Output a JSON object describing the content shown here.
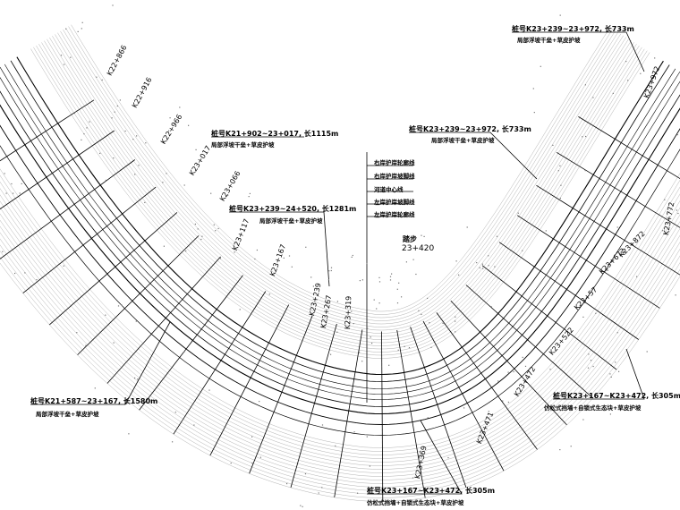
{
  "annotations": [
    {
      "id": "a1",
      "main": "桩号K21+902~23+017, 长1115m",
      "sub": "局部浮坡干垒+草皮护坡"
    },
    {
      "id": "a2",
      "main": "桩号K23+239~24+520, 长1281m",
      "sub": "局部浮坡干垒+草皮护坡"
    },
    {
      "id": "a3",
      "main": "桩号K23+239~23+972, 长733m",
      "sub": "局部浮坡干垒+草皮护坡"
    },
    {
      "id": "a4",
      "main": "桩号K23+239~23+972, 长733m",
      "sub": "局部浮坡干垒+草皮护坡"
    },
    {
      "id": "a5",
      "main": "桩号K21+587~23+167, 长1580m",
      "sub": "局部浮坡干垒+草皮护坡"
    },
    {
      "id": "a6",
      "main": "桩号K23+167~K23+472, 长305m",
      "sub": "仿松式挡墙+自锁式生态块+草皮护坡"
    },
    {
      "id": "a7",
      "main": "桩号K23+167~K23+472, 长305m",
      "sub": "仿松式挡墙+自锁式生态块+草皮护坡"
    }
  ],
  "legend": [
    "右岸护岸轮廓线",
    "右岸护岸坡脚线",
    "河道中心线",
    "左岸护岸坡脚线",
    "左岸护岸轮廓线"
  ],
  "bridge": {
    "label": "踏步",
    "station": "23+420"
  },
  "stations": [
    "K22+866",
    "K22+916",
    "K22+966",
    "K23+017",
    "K23+066",
    "K23+117",
    "K23+167",
    "K23+239",
    "K23+267",
    "K23+319",
    "K23+369",
    "K23+471",
    "K23+472",
    "K23+522",
    "K23+57",
    "K23+672",
    "K23+772",
    "K23+872",
    "K23+972"
  ]
}
